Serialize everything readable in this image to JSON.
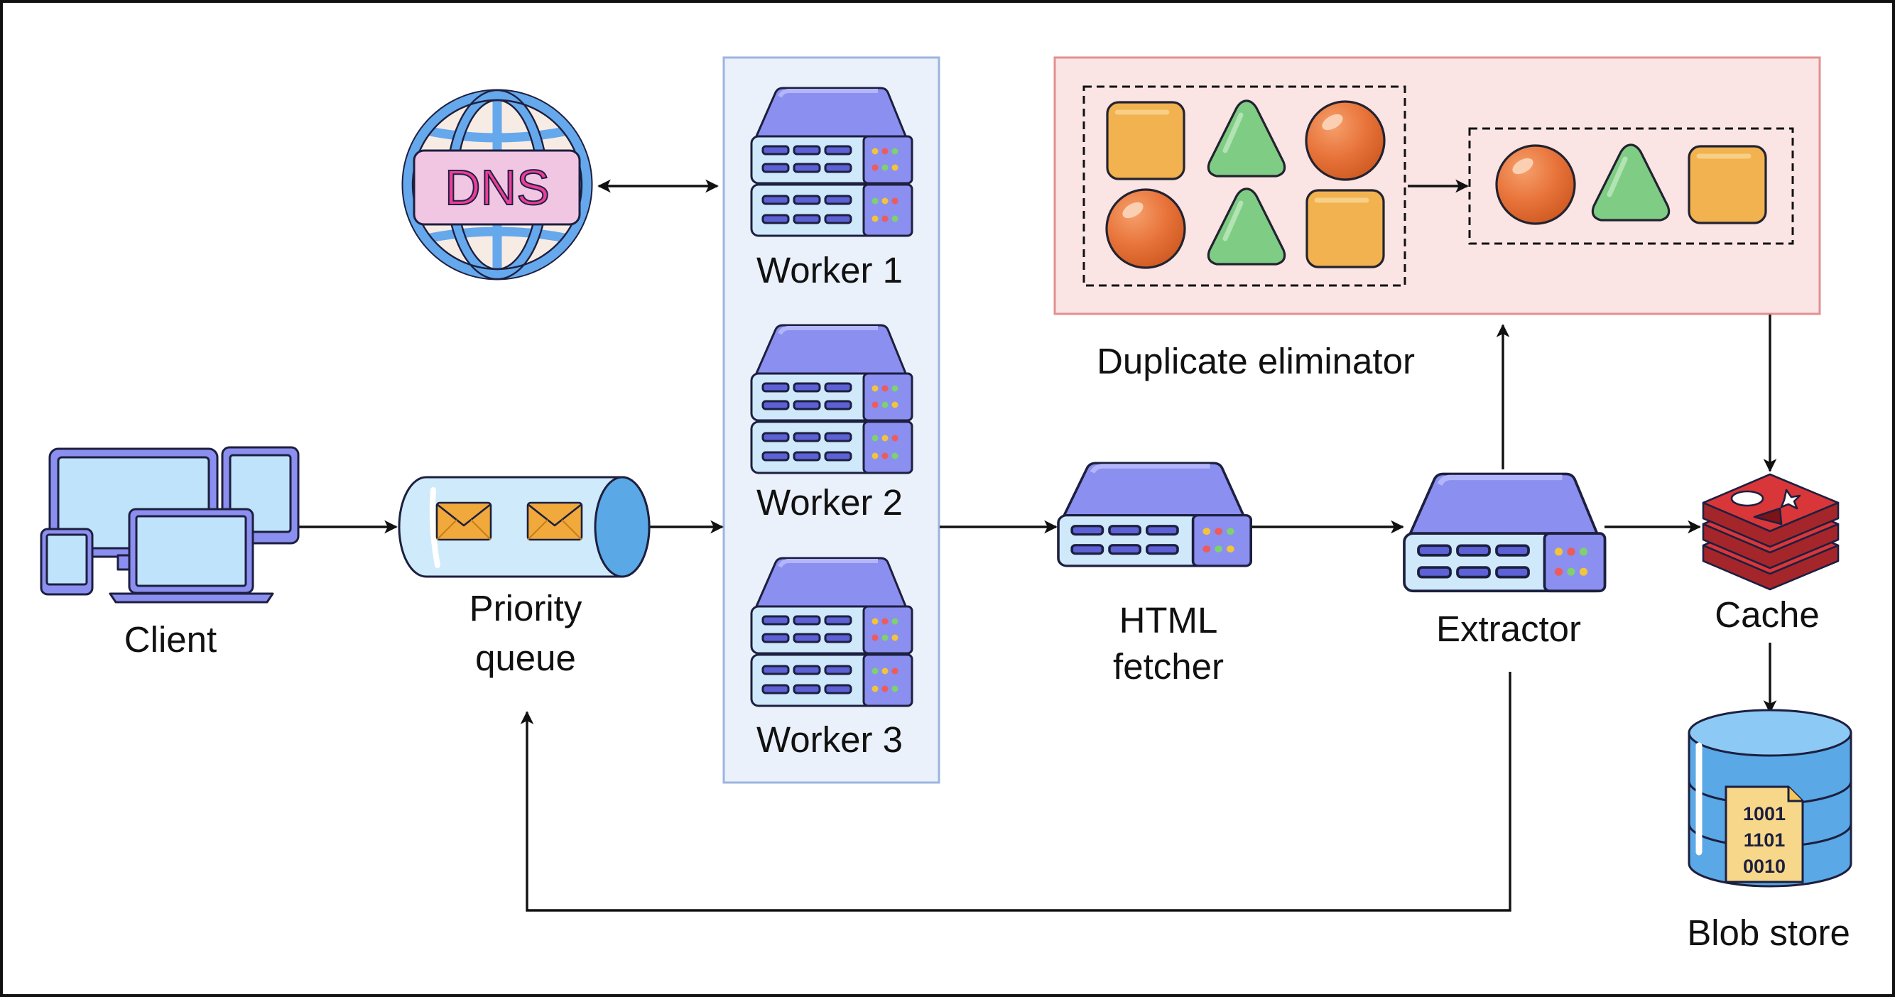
{
  "labels": {
    "client": "Client",
    "queue_line1": "Priority",
    "queue_line2": "queue",
    "dns": "DNS",
    "worker1": "Worker 1",
    "worker2": "Worker 2",
    "worker3": "Worker 3",
    "fetcher_line1": "HTML",
    "fetcher_line2": "fetcher",
    "extractor": "Extractor",
    "dup": "Duplicate eliminator",
    "cache": "Cache",
    "blob": "Blob store",
    "bits_row1": "1001",
    "bits_row2": "1101",
    "bits_row3": "0010"
  },
  "colors": {
    "server": "#8b8fef",
    "server_panel": "#cfe9fb",
    "workers_panel": "#eaf1fb",
    "dedup_panel": "#fae4e4",
    "dedup_border": "#e3908f",
    "orange_square": "#f1b24f",
    "green_triangle": "#7fcc84",
    "red_circle": "#e8743b",
    "redis_red": "#d9363a",
    "db_blue": "#5aa8e6",
    "globe_blue": "#66a8ec"
  }
}
